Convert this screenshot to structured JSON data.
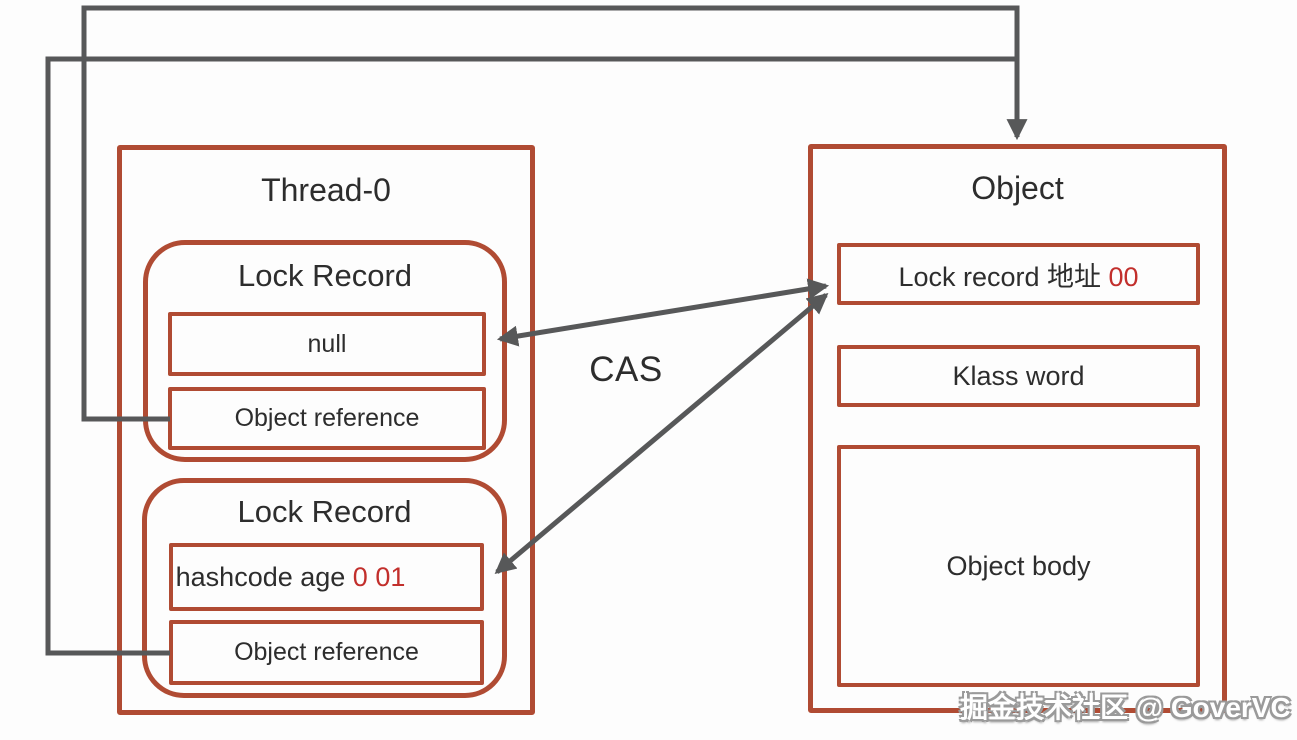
{
  "diagram": {
    "cas_label": "CAS",
    "watermark": "掘金技术社区 @ GoverVC",
    "colors": {
      "box_border": "#b04b33",
      "connector_line": "#575859",
      "text": "#2d2d2d",
      "highlight_red": "#c22f2c"
    },
    "thread": {
      "title": "Thread-0",
      "lock_records": [
        {
          "title": "Lock Record",
          "mark_word": "null",
          "mark_word_red": "",
          "reference": "Object reference"
        },
        {
          "title": "Lock Record",
          "mark_word": "hashcode age ",
          "mark_word_red": "0 01",
          "reference": "Object reference"
        }
      ]
    },
    "object": {
      "title": "Object",
      "mark_word": "Lock record 地址 ",
      "mark_word_red": "00",
      "klass_word": "Klass word",
      "body": "Object body"
    },
    "icons": {
      "arrowhead": "triangle-arrowhead"
    }
  }
}
